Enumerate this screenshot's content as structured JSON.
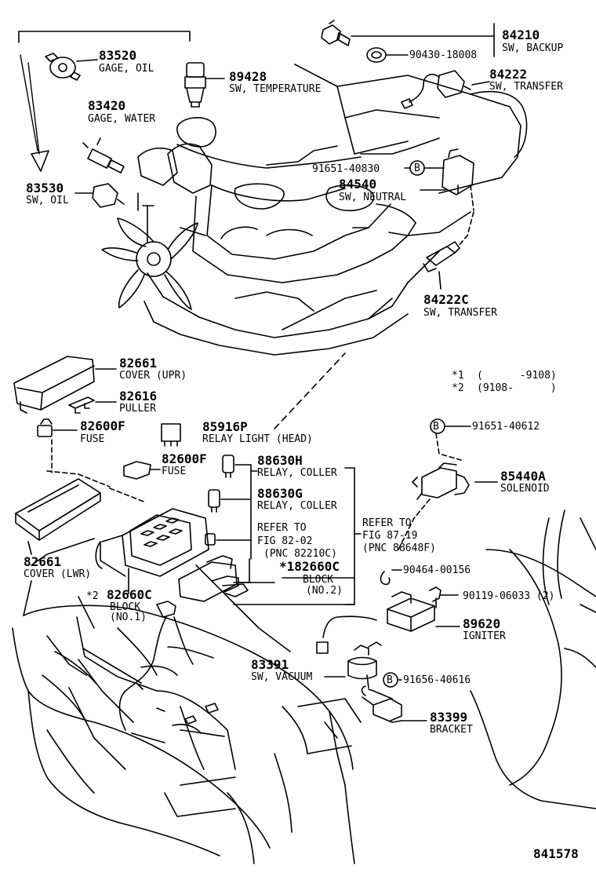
{
  "diagram": {
    "figure_number": "841578",
    "variant_legend": {
      "v1_marker": "*1",
      "v1_range": "(      -9108)",
      "v2_marker": "*2",
      "v2_range": "(9108-      )"
    },
    "callout_marker": "B",
    "parts": {
      "p83520": {
        "number": "83520",
        "name": "GAGE, OIL"
      },
      "p83420": {
        "number": "83420",
        "name": "GAGE, WATER"
      },
      "p83530": {
        "number": "83530",
        "name": "SW, OIL"
      },
      "p89428": {
        "number": "89428",
        "name": "SW, TEMPERATURE"
      },
      "p84210": {
        "number": "84210",
        "name": "SW, BACKUP"
      },
      "p9043018008": {
        "number": "90430-18008"
      },
      "p84222": {
        "number": "84222",
        "name": "SW, TRANSFER"
      },
      "p9165140830": {
        "number": "91651-40830"
      },
      "p84540": {
        "number": "84540",
        "name": "SW, NEUTRAL"
      },
      "p84222c": {
        "number": "84222C",
        "name": "SW, TRANSFER"
      },
      "p82661u": {
        "number": "82661",
        "name": "COVER (UPR)"
      },
      "p82616": {
        "number": "82616",
        "name": "PULLER"
      },
      "p82600f1": {
        "number": "82600F",
        "name": "FUSE"
      },
      "p85916p": {
        "number": "85916P",
        "name": "RELAY LIGHT (HEAD)"
      },
      "p82600f2": {
        "number": "82600F",
        "name": "FUSE"
      },
      "p88630h": {
        "number": "88630H",
        "name": "RELAY, COLLER"
      },
      "p88630g": {
        "number": "88630G",
        "name": "RELAY, COLLER"
      },
      "p9165140612": {
        "number": "91651-40612"
      },
      "p85440a": {
        "number": "85440A",
        "name": "SOLENOID"
      },
      "p82661l": {
        "number": "82661",
        "name": "COVER (LWR)"
      },
      "p82660c2": {
        "number": "*182660C",
        "name1": "BLOCK",
        "name2": "(NO.2)"
      },
      "p82660c1": {
        "prefix": "*2",
        "number": "82660C",
        "name1": "BLOCK",
        "name2": "(NO.1)"
      },
      "p9046400156": {
        "number": "90464-00156"
      },
      "p9011906033": {
        "number": "90119-06033 (2)"
      },
      "p89620": {
        "number": "89620",
        "name": "IGNITER"
      },
      "p83391": {
        "number": "83391",
        "name": "SW, VACUUM"
      },
      "p9165640616": {
        "number": "91656-40616"
      },
      "p83399": {
        "number": "83399",
        "name": "BRACKET"
      }
    },
    "refs": {
      "fig8202": {
        "line1": "REFER TO",
        "line2": "FIG 82-02",
        "line3": "(PNC 82210C)"
      },
      "fig8719": {
        "line1": "REFER TO",
        "line2": "FIG 87-19",
        "line3": "(PNC 88648F)"
      }
    }
  }
}
